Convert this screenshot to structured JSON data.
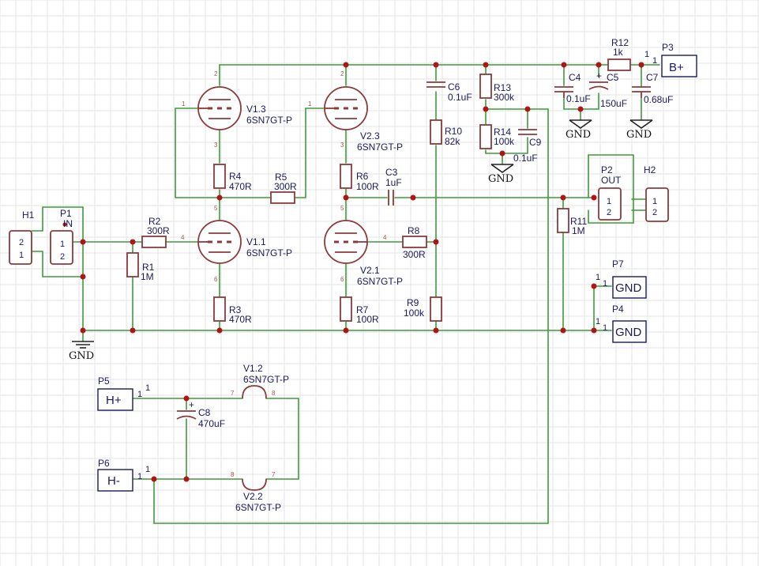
{
  "schematic": {
    "tubes": {
      "v11": {
        "ref": "V1.1",
        "value": "6SN7GT-P",
        "pins": [
          "4",
          "5",
          "6"
        ]
      },
      "v13": {
        "ref": "V1.3",
        "value": "6SN7GT-P",
        "pins": [
          "1",
          "2",
          "3"
        ]
      },
      "v21": {
        "ref": "V2.1",
        "value": "6SN7GT-P",
        "pins": [
          "4",
          "5",
          "6"
        ]
      },
      "v23": {
        "ref": "V2.3",
        "value": "6SN7GT-P",
        "pins": [
          "1",
          "2",
          "3"
        ]
      },
      "v12": {
        "ref": "V1.2",
        "value": "6SN7GT-P",
        "pins": [
          "7",
          "8"
        ]
      },
      "v22": {
        "ref": "V2.2",
        "value": "6SN7GT-P",
        "pins": [
          "8",
          "7"
        ]
      }
    },
    "resistors": {
      "r1": {
        "ref": "R1",
        "value": "1M"
      },
      "r2": {
        "ref": "R2",
        "value": "300R"
      },
      "r3": {
        "ref": "R3",
        "value": "470R"
      },
      "r4": {
        "ref": "R4",
        "value": "470R"
      },
      "r5": {
        "ref": "R5",
        "value": "300R"
      },
      "r6": {
        "ref": "R6",
        "value": "100R"
      },
      "r7": {
        "ref": "R7",
        "value": "100R"
      },
      "r8": {
        "ref": "R8",
        "value": "300R"
      },
      "r9": {
        "ref": "R9",
        "value": "100k"
      },
      "r10": {
        "ref": "R10",
        "value": "82k"
      },
      "r11": {
        "ref": "R11",
        "value": "1M"
      },
      "r12": {
        "ref": "R12",
        "value": "1k"
      },
      "r13": {
        "ref": "R13",
        "value": "300k"
      },
      "r14": {
        "ref": "R14",
        "value": "100k"
      }
    },
    "capacitors": {
      "c3": {
        "ref": "C3",
        "value": "1uF"
      },
      "c4": {
        "ref": "C4",
        "value": "0.1uF"
      },
      "c5": {
        "ref": "C5",
        "value": "150uF"
      },
      "c6": {
        "ref": "C6",
        "value": "0.1uF"
      },
      "c7": {
        "ref": "C7",
        "value": "0.68uF"
      },
      "c8": {
        "ref": "C8",
        "value": "470uF"
      },
      "c9": {
        "ref": "C9",
        "value": "0.1uF"
      }
    },
    "connectors": {
      "p1": {
        "ref": "P1",
        "value": "IN",
        "pins": [
          "1",
          "2"
        ]
      },
      "p2": {
        "ref": "P2",
        "value": "OUT",
        "pins": [
          "1",
          "2"
        ]
      },
      "p3": {
        "ref": "P3",
        "label": "B+",
        "pin": "1"
      },
      "p4": {
        "ref": "P4",
        "label": "GND",
        "pin": "1"
      },
      "p5": {
        "ref": "P5",
        "label": "H+",
        "pin": "1"
      },
      "p6": {
        "ref": "P6",
        "label": "H-",
        "pin": "1"
      },
      "p7": {
        "ref": "P7",
        "label": "GND",
        "pin": "1"
      },
      "h1": {
        "ref": "H1",
        "pins": [
          "2",
          "1"
        ]
      },
      "h2": {
        "ref": "H2",
        "pins": [
          "1",
          "2"
        ]
      }
    },
    "ground_label": "GND"
  }
}
